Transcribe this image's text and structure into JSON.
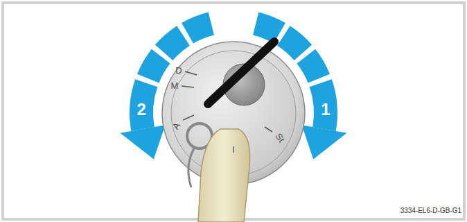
{
  "diagram": {
    "labels": [
      "2",
      "1",
      "D",
      "M",
      "A",
      "I",
      "St",
      "3334-EL6-D-GB-G1"
    ]
  }
}
